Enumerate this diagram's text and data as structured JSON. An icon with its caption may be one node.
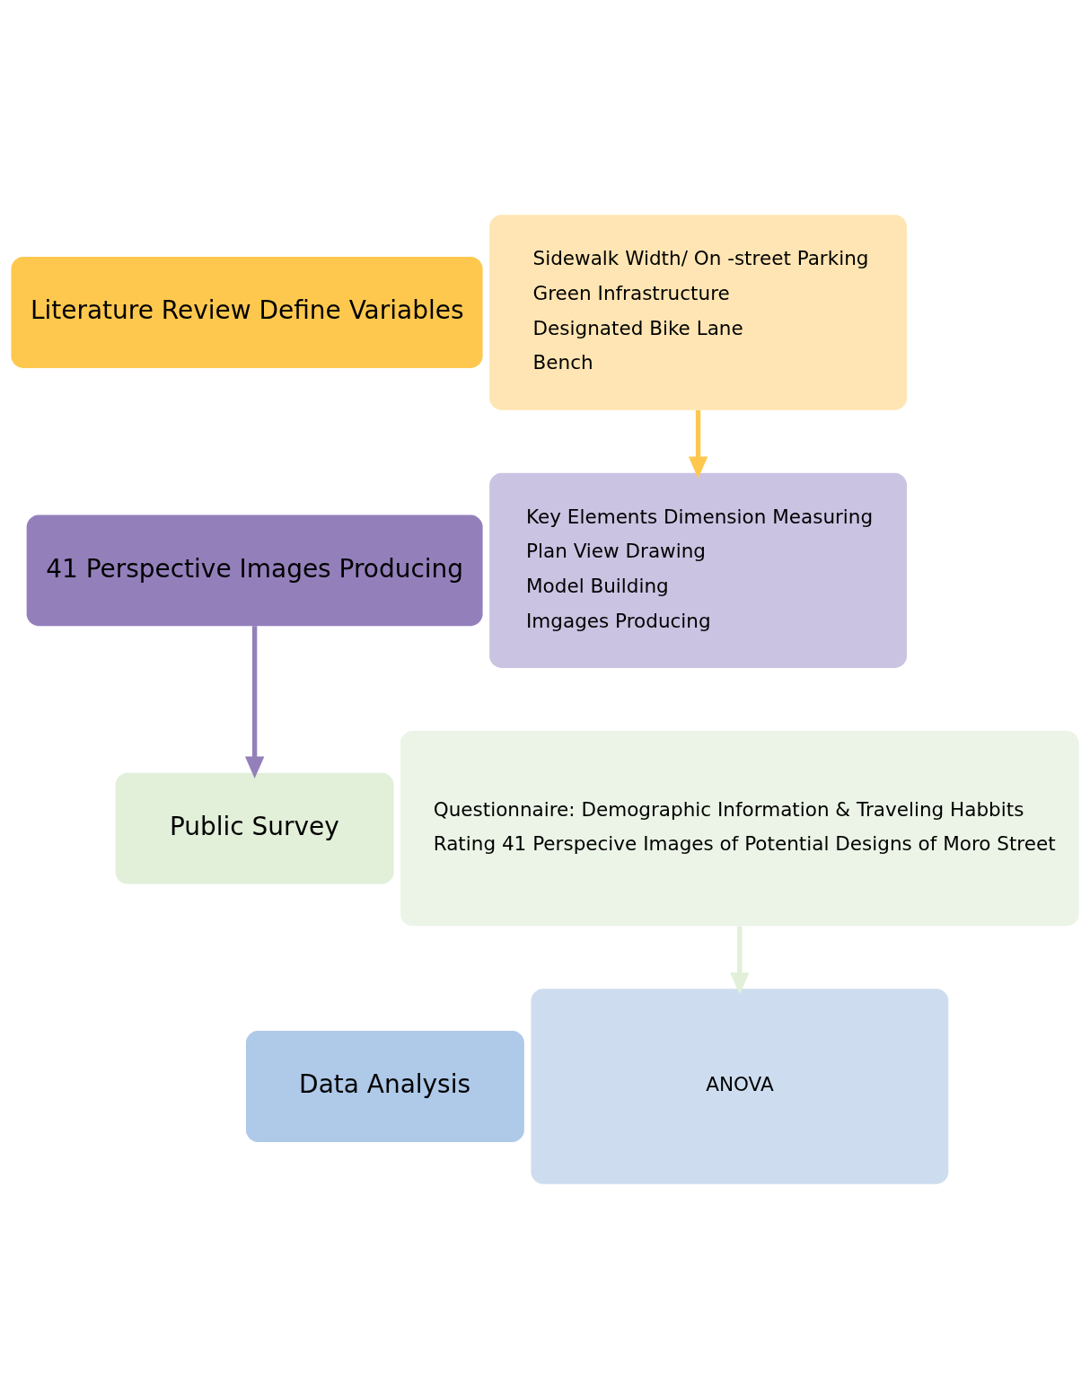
{
  "diagram": {
    "nodes": [
      {
        "text": [
          "Literature Review Define Variables"
        ]
      },
      {
        "text": [
          "Sidewalk Width/ On -street Parking",
          "Green Infrastructure",
          "Designated Bike Lane",
          "Bench"
        ]
      },
      {
        "text": [
          "41 Perspective Images Producing"
        ]
      },
      {
        "text": [
          "Key Elements Dimension Measuring",
          "Plan View Drawing",
          "Model Building",
          "Imgages Producing"
        ]
      },
      {
        "text": [
          "Public Survey"
        ]
      },
      {
        "text": [
          "Questionnaire: Demographic Information & Traveling Habbits",
          "Rating 41 Perspecive Images of Potential Designs of Moro Street"
        ]
      },
      {
        "text": [
          "Data Analysis"
        ]
      },
      {
        "text": [
          "ANOVA"
        ]
      }
    ],
    "edges": [
      {
        "from": 1,
        "to": 3,
        "arrow": "to",
        "color": "#fec84e"
      },
      {
        "from": 2,
        "to": 4,
        "arrow": "to",
        "color": "#9380bb"
      },
      {
        "from": 5,
        "to": 7,
        "arrow": "to",
        "color": "#e2efd9"
      }
    ]
  }
}
